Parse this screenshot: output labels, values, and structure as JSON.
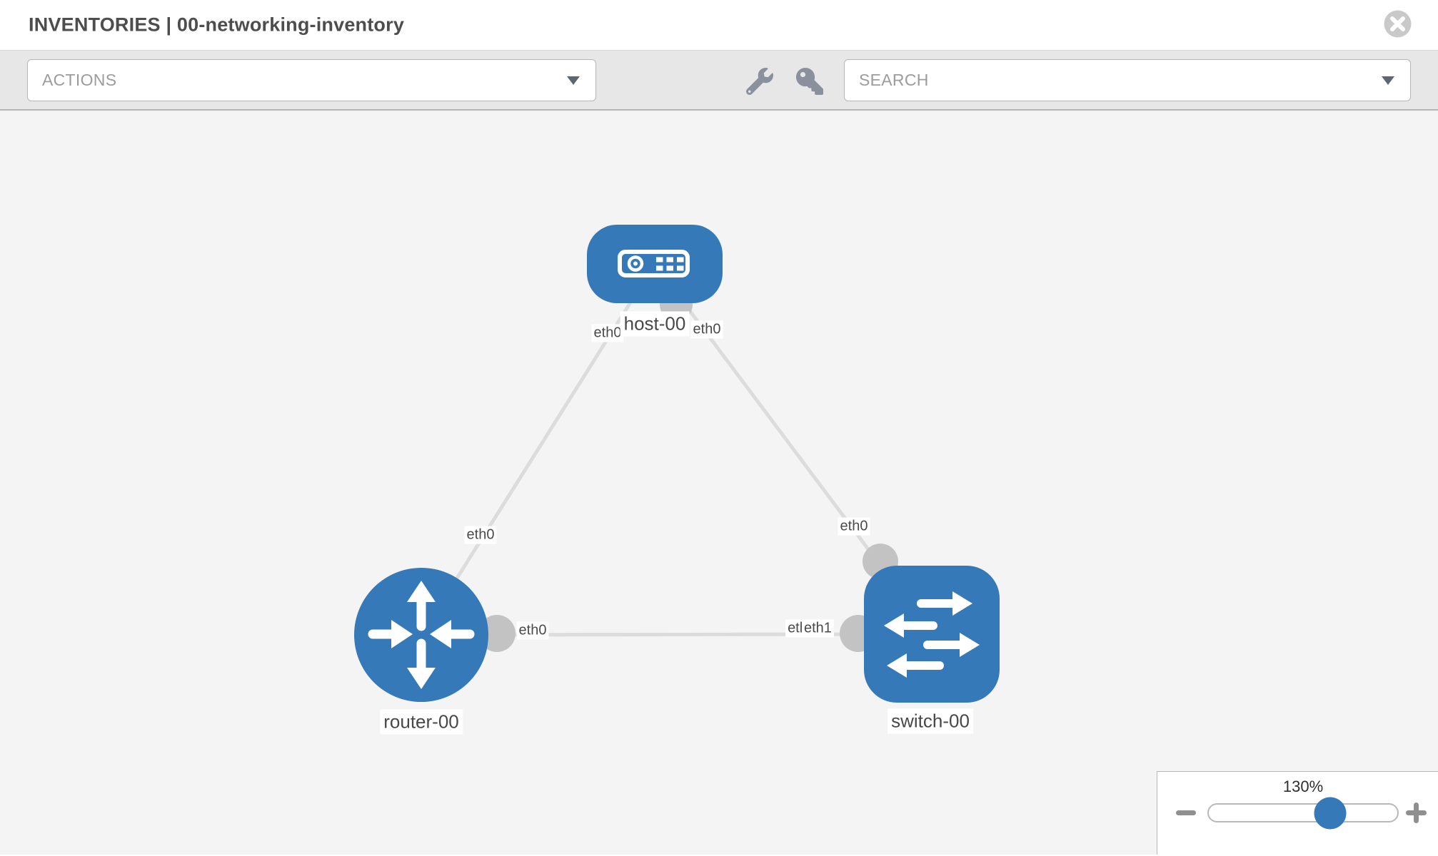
{
  "header": {
    "title": "INVENTORIES | 00-networking-inventory"
  },
  "toolbar": {
    "actions_label": "ACTIONS",
    "search_label": "SEARCH"
  },
  "icons": {
    "close": "close-circle-icon",
    "wrench": "wrench-icon",
    "key": "key-icon",
    "dropdown": "caret-down-icon",
    "zoom_out": "minus-icon",
    "zoom_in": "plus-icon"
  },
  "diagram": {
    "nodes": [
      {
        "label": "host-00",
        "type": "host"
      },
      {
        "label": "router-00",
        "type": "router"
      },
      {
        "label": "switch-00",
        "type": "switch"
      }
    ],
    "links": [
      {
        "from": "host-00",
        "to": "router-00",
        "from_interface": "eth0",
        "to_interface": "eth0"
      },
      {
        "from": "host-00",
        "to": "switch-00",
        "from_interface": "eth0",
        "to_interface": "eth0"
      },
      {
        "from": "router-00",
        "to": "switch-00",
        "from_interface": "eth0",
        "to_interface_overlapped": [
          "eth0",
          "eth1"
        ]
      }
    ],
    "port_labels": {
      "host_router_at_host": "eth0",
      "host_router_at_router": "eth0",
      "host_switch_at_host": "eth0",
      "host_switch_at_switch": "eth0",
      "router_switch_at_router": "eth0",
      "router_switch_at_switch_back": "eth0",
      "router_switch_at_switch_front": "eth1"
    }
  },
  "zoom_control": {
    "value": "130%"
  },
  "colors": {
    "node_blue": "#3679b8",
    "link_gray": "#dcdcdc",
    "connector_gray": "#c3c3c3",
    "toolbar_bg": "#e7e7e7",
    "canvas_bg": "#f4f4f4",
    "title_text": "#4d4d4d",
    "muted_text": "#9c9c9c",
    "icon_slate": "#8a919d"
  }
}
